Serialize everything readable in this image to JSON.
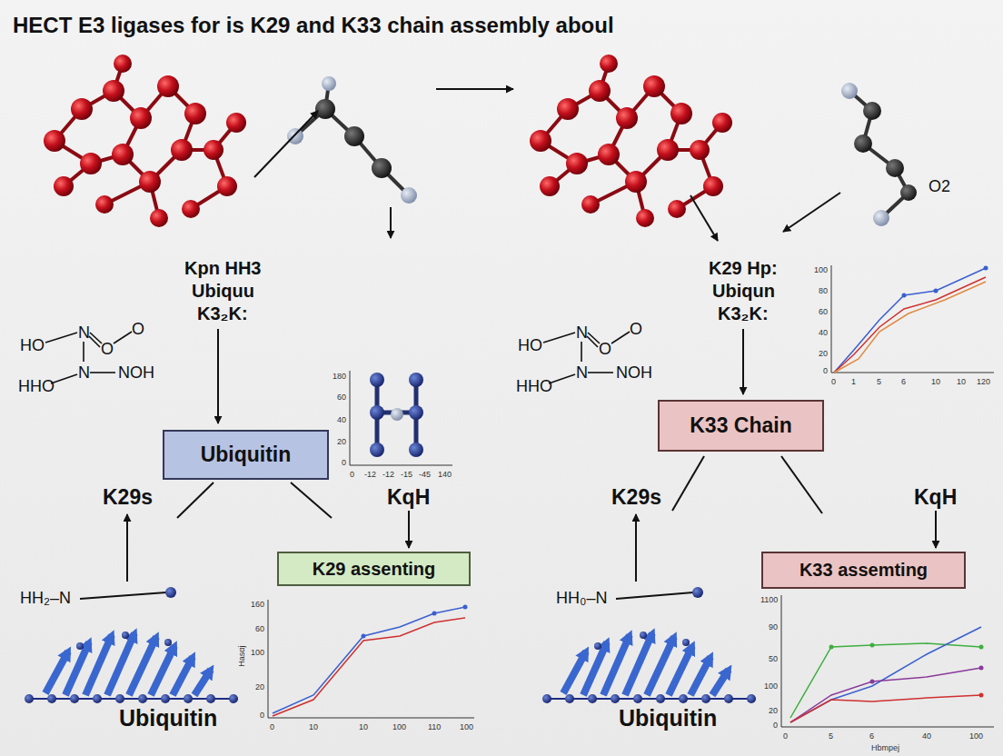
{
  "diagram": {
    "title": "HECT E3 ligases for is K29 and K33 chain assembly aboul",
    "nodes": [
      {
        "text": [
          "Ubiquitin"
        ]
      },
      {
        "text": [
          "K33 Chain"
        ]
      },
      {
        "text": [
          "K29 assenting"
        ]
      },
      {
        "text": [
          "K33 assemting"
        ]
      }
    ],
    "labels": [
      "Kpn HH3",
      "Ubiquu",
      "K3₂K:",
      "K29 Hp:",
      "Ubiqun",
      "K3₂K:",
      "O2",
      "HO",
      "N",
      "O",
      "O",
      "HHO",
      "N",
      "NOH",
      "HO",
      "N",
      "O",
      "O",
      "HHO",
      "N",
      "NOH",
      "180",
      "60",
      "40",
      "20",
      "0",
      "0",
      "-12",
      "-12",
      "-15",
      "-45",
      "140",
      "100",
      "80",
      "60",
      "40",
      "20",
      "0",
      "0",
      "1",
      "5",
      "6",
      "10",
      "10",
      "120",
      "K29s",
      "KqH",
      "K29s",
      "KqH",
      "HH₂–N",
      "HH₀–N",
      "160",
      "60",
      "100",
      "20",
      "0",
      "0",
      "10",
      "10",
      "100",
      "110",
      "100",
      "Hasαj",
      "1100",
      "90",
      "50",
      "100",
      "20",
      "0",
      "0",
      "5",
      "6",
      "40",
      "100",
      "Hbmpej",
      "Ubiquitin",
      "Ubiquitin"
    ]
  }
}
